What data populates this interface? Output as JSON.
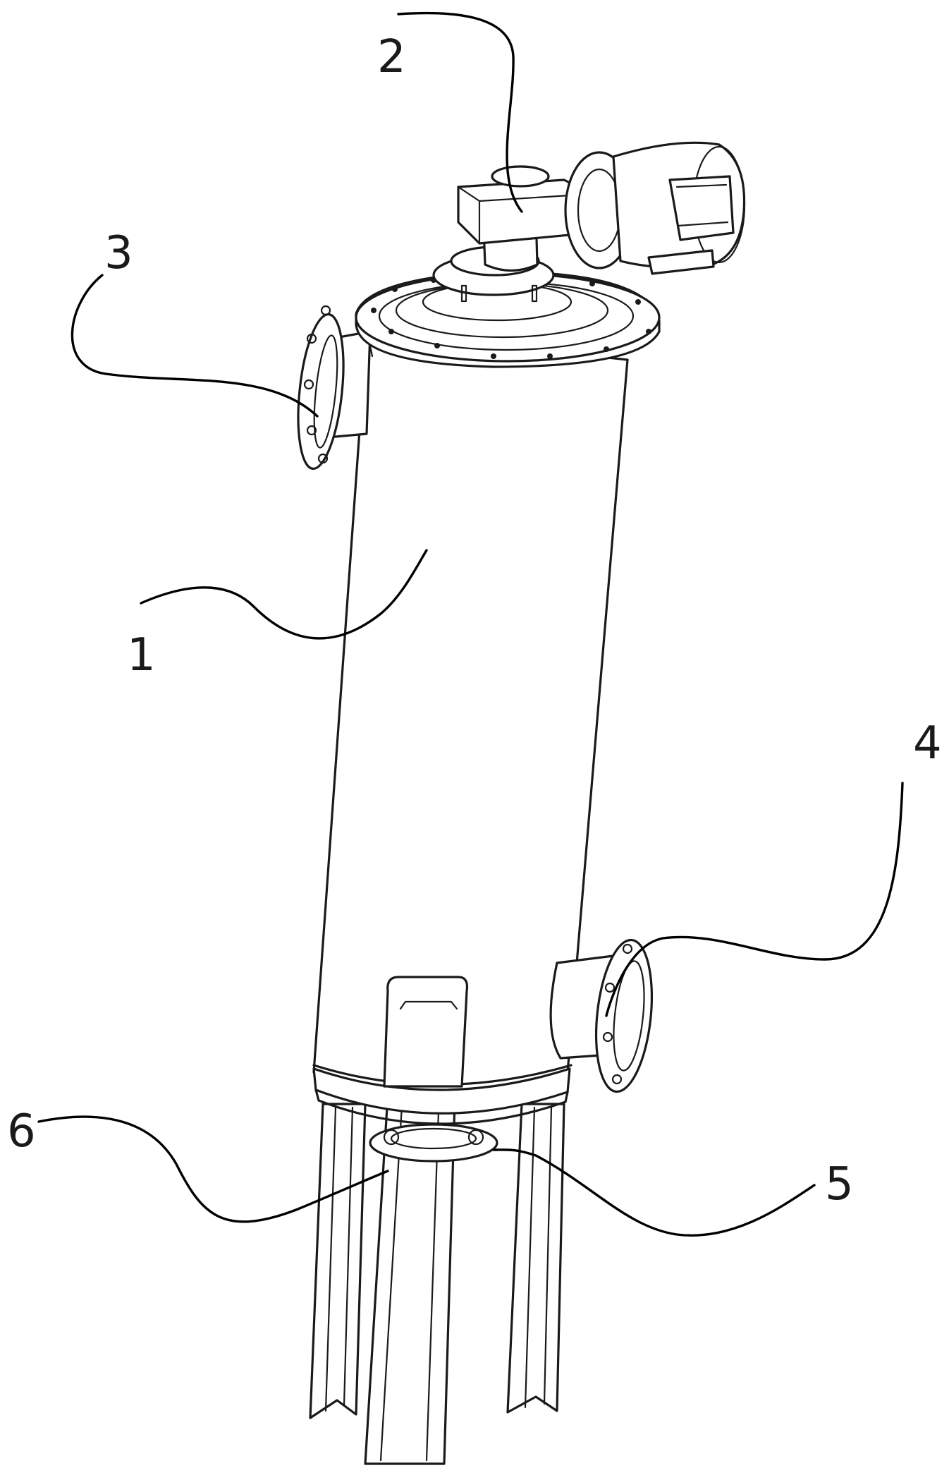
{
  "figure": {
    "callouts": [
      {
        "id": "1",
        "label": "1"
      },
      {
        "id": "2",
        "label": "2"
      },
      {
        "id": "3",
        "label": "3"
      },
      {
        "id": "4",
        "label": "4"
      },
      {
        "id": "5",
        "label": "5"
      },
      {
        "id": "6",
        "label": "6"
      }
    ],
    "colors": {
      "line": "#1a1a1a",
      "background": "#ffffff"
    }
  }
}
